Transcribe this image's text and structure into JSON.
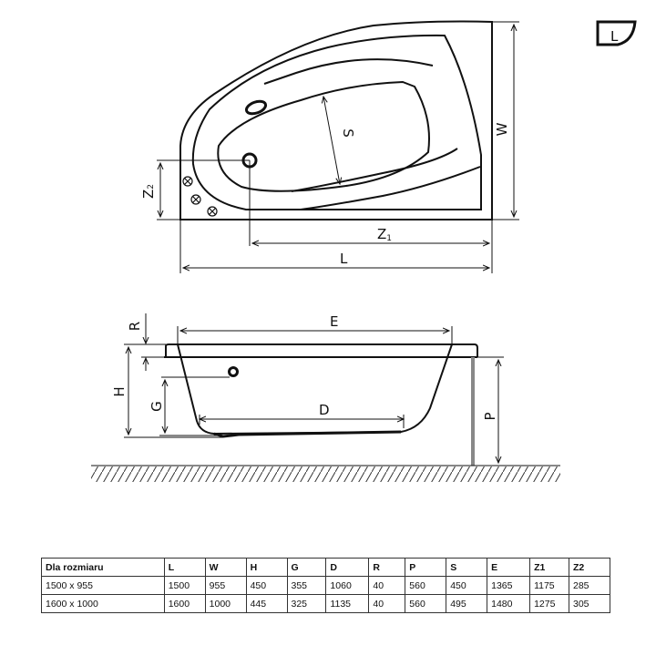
{
  "badge": {
    "letter": "L"
  },
  "top_view": {
    "labels": {
      "W": "W",
      "S": "S",
      "Z1": "Z",
      "Z1_sub": "1",
      "Z2": "Z",
      "Z2_sub": "2",
      "L": "L"
    }
  },
  "side_view": {
    "labels": {
      "E": "E",
      "R": "R",
      "H": "H",
      "G": "G",
      "D": "D",
      "P": "P"
    }
  },
  "table": {
    "headers": [
      "Dla rozmiaru",
      "L",
      "W",
      "H",
      "G",
      "D",
      "R",
      "P",
      "S",
      "E",
      "Z1",
      "Z2"
    ],
    "rows": [
      [
        "1500 x 955",
        "1500",
        "955",
        "450",
        "355",
        "1060",
        "40",
        "560",
        "450",
        "1365",
        "1175",
        "285"
      ],
      [
        "1600 x 1000",
        "1600",
        "1000",
        "445",
        "325",
        "1135",
        "40",
        "560",
        "495",
        "1480",
        "1275",
        "305"
      ]
    ]
  }
}
